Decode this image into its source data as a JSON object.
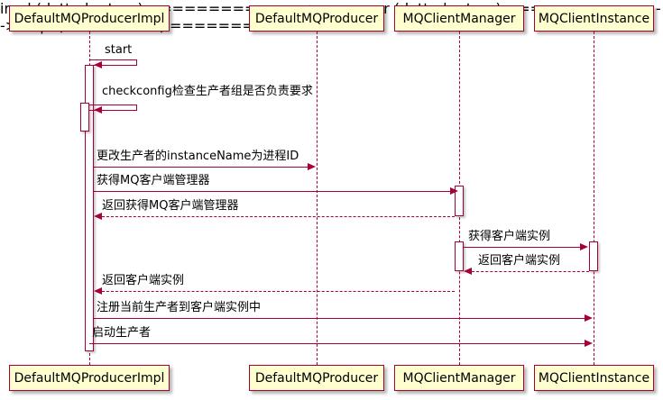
{
  "diagram": {
    "type": "sequence-diagram",
    "title": "",
    "background": "#FFFFFF",
    "accent_color": "#A80036",
    "participant_fill": "#FEFECE",
    "participants": [
      {
        "id": "impl",
        "label": "DefaultMQProducerImpl"
      },
      {
        "id": "producer",
        "label": "DefaultMQProducer"
      },
      {
        "id": "manager",
        "label": "MQClientManager"
      },
      {
        "id": "instance",
        "label": "MQClientInstance"
      }
    ],
    "messages": [
      {
        "index": 0,
        "label": "start",
        "from": "impl",
        "to": "impl",
        "style": "solid",
        "self": true
      },
      {
        "index": 1,
        "label": "checkconfig检查生产者组是否负责要求",
        "from": "impl",
        "to": "impl",
        "style": "solid",
        "self": true
      },
      {
        "index": 2,
        "label": "更改生产者的instanceName为进程ID",
        "from": "impl",
        "to": "producer",
        "style": "solid",
        "self": false
      },
      {
        "index": 3,
        "label": "获得MQ客户端管理器",
        "from": "impl",
        "to": "manager",
        "style": "solid",
        "self": false
      },
      {
        "index": 4,
        "label": "返回获得MQ客户端管理器",
        "from": "manager",
        "to": "impl",
        "style": "dotted",
        "self": false
      },
      {
        "index": 5,
        "label": "获得客户端实例",
        "from": "manager",
        "to": "instance",
        "style": "solid",
        "self": false
      },
      {
        "index": 6,
        "label": "返回客户端实例",
        "from": "instance",
        "to": "manager",
        "style": "dotted",
        "self": false
      },
      {
        "index": 7,
        "label": "返回客户端实例",
        "from": "manager",
        "to": "impl",
        "style": "dotted",
        "self": false
      },
      {
        "index": 8,
        "label": "注册当前生产者到客户端实例中",
        "from": "impl",
        "to": "instance",
        "style": "solid",
        "self": false
      },
      {
        "index": 9,
        "label": "启动生产者",
        "from": "impl",
        "to": "instance",
        "style": "solid",
        "self": false
      }
    ]
  }
}
